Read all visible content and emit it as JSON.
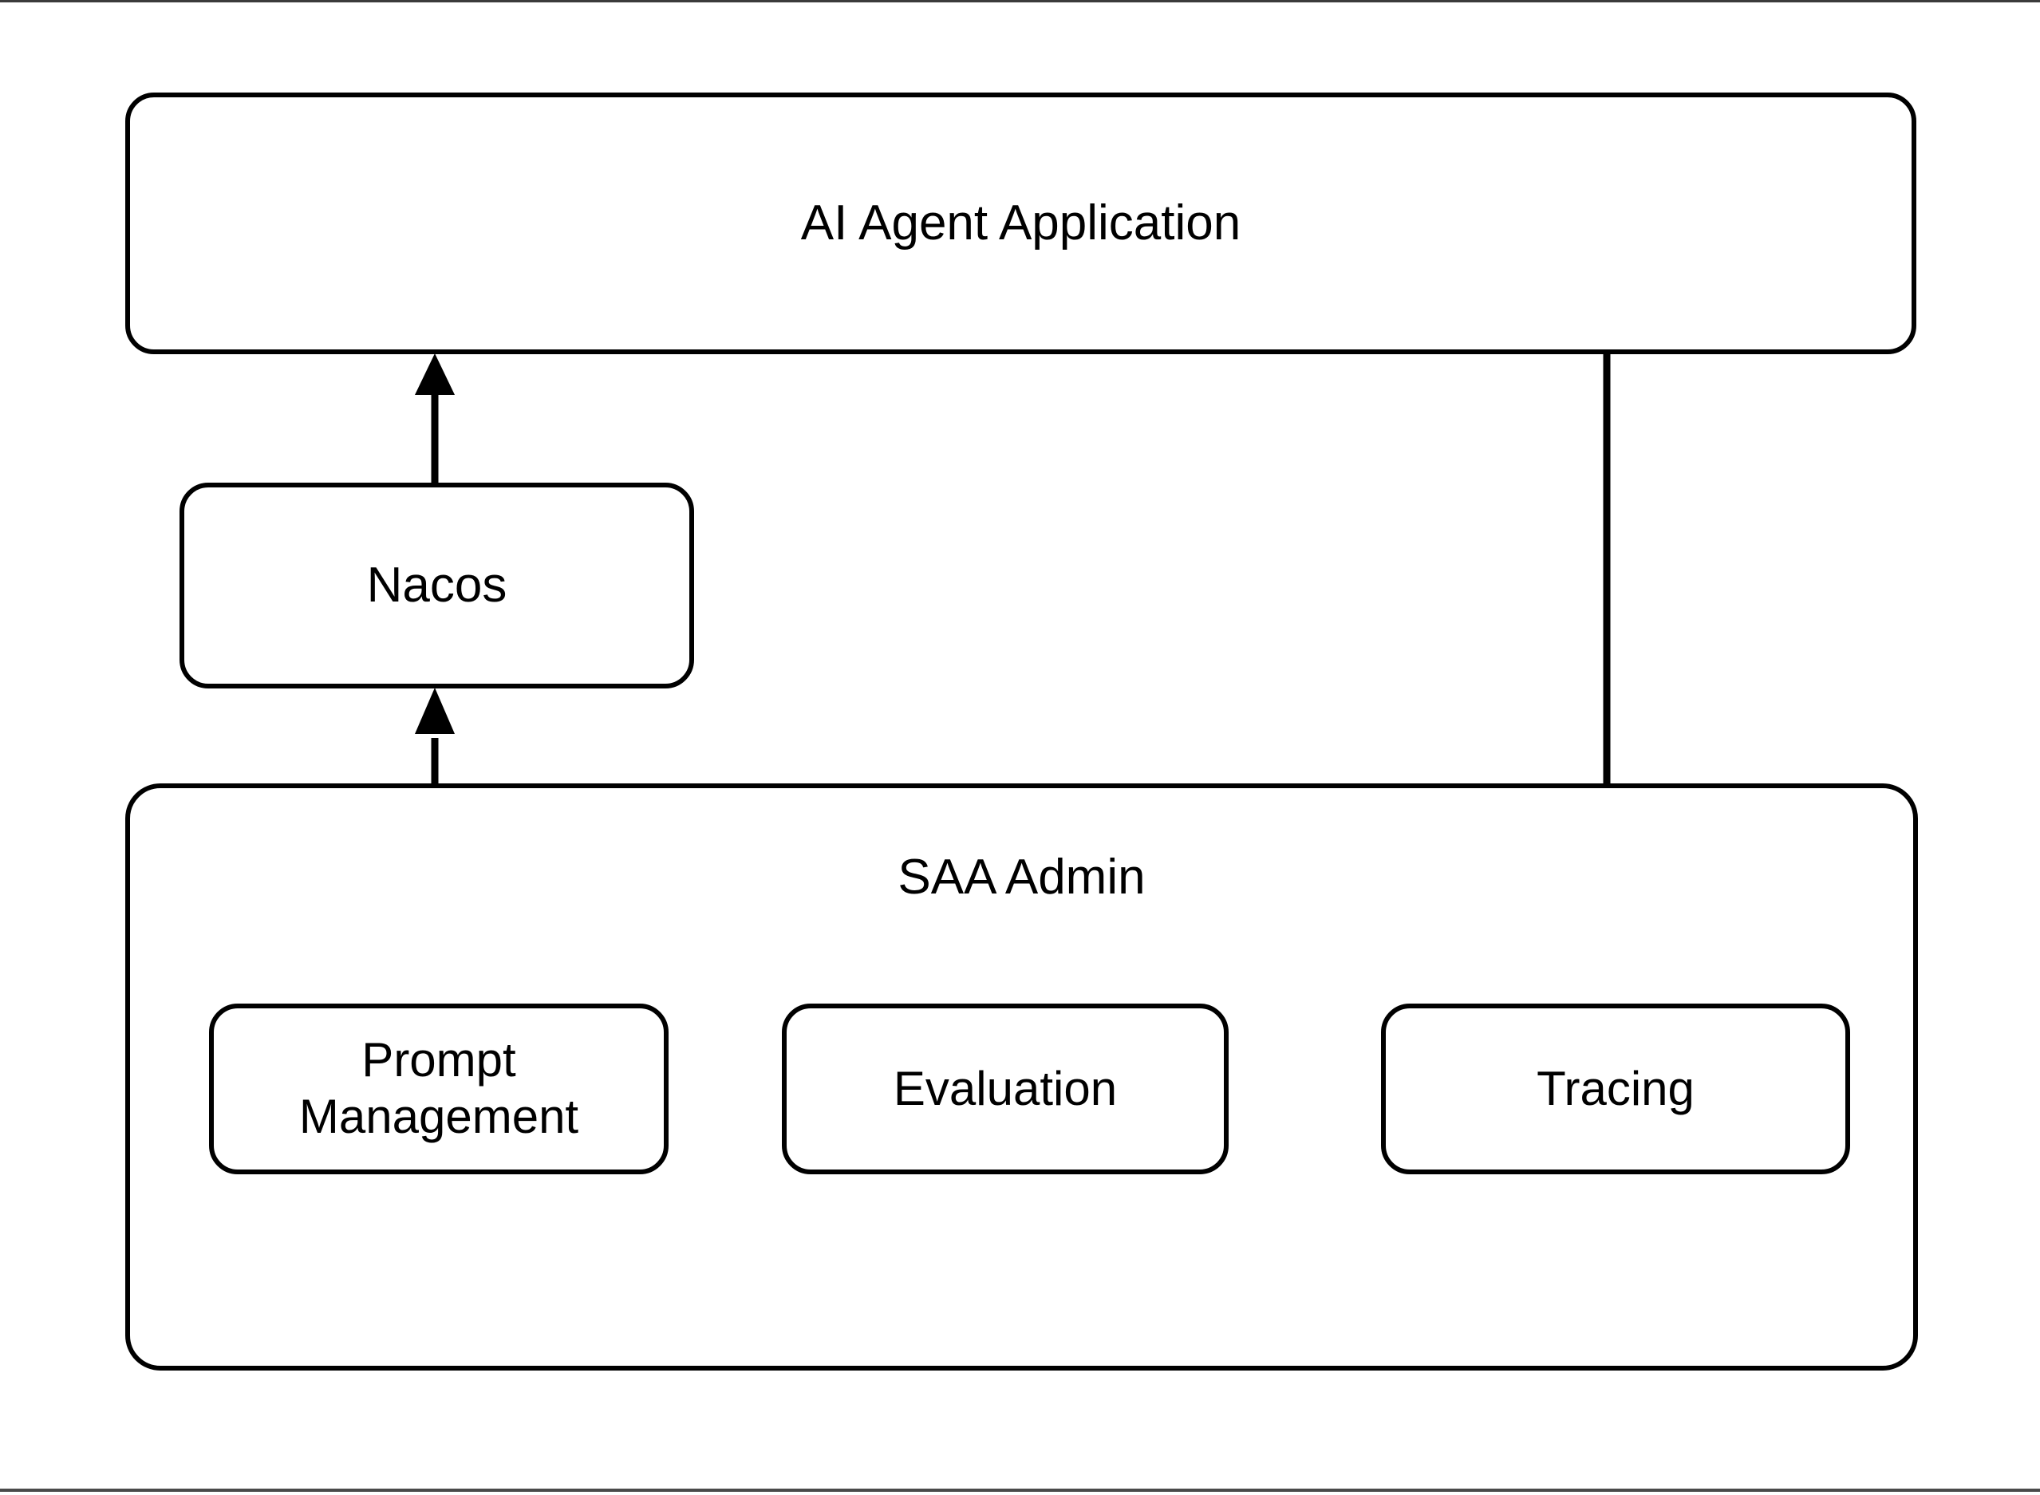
{
  "diagram": {
    "title": "SAA Admin / AI Agent Application architecture",
    "background_color": "#ffffff",
    "stroke_color": "#000000",
    "nodes": {
      "ai_agent_application": {
        "label": "AI Agent Application"
      },
      "nacos": {
        "label": "Nacos"
      },
      "saa_admin": {
        "label": "SAA Admin"
      },
      "prompt_management": {
        "label_line1": "Prompt",
        "label_line2": "Management"
      },
      "evaluation": {
        "label": "Evaluation"
      },
      "tracing": {
        "label": "Tracing"
      }
    },
    "edges": [
      {
        "name": "nacos-to-ai-agent-application",
        "from": "Nacos",
        "to": "AI Agent Application",
        "direction": "up",
        "label": ""
      },
      {
        "name": "prompt-management-to-nacos",
        "from": "Prompt Management",
        "to": "Nacos",
        "direction": "up",
        "label": ""
      },
      {
        "name": "ai-agent-application-to-tracing",
        "from": "AI Agent Application",
        "to": "Tracing",
        "direction": "down",
        "label": ""
      },
      {
        "name": "prompt-management-to-evaluation",
        "from": "Prompt Management",
        "to": "Evaluation",
        "direction": "right",
        "label": ""
      },
      {
        "name": "tracing-to-evaluation",
        "from": "Tracing",
        "to": "Evaluation",
        "direction": "left",
        "label": ""
      }
    ]
  }
}
